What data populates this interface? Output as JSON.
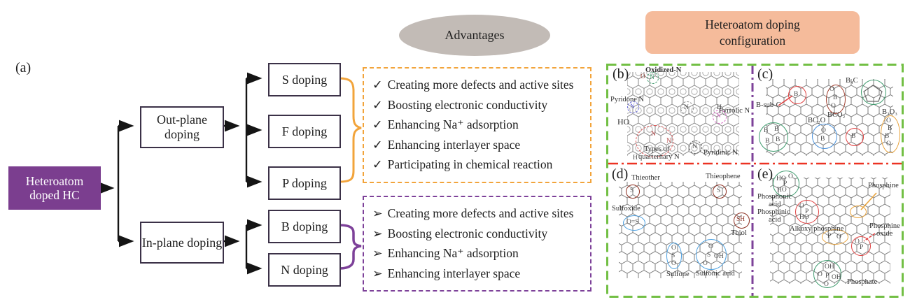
{
  "figure": {
    "panel_a": "(a)",
    "advantages_title": "Advantages",
    "config_line1": "Heteroatom doping",
    "config_line2": "configuration"
  },
  "colors": {
    "accent_orange": "#F2A43B",
    "accent_purple": "#7D4199",
    "panel_green": "#72BF44",
    "divider_red": "#EC3323",
    "header_peach": "#F5BB9B",
    "root_purple": "#7B3E8F",
    "ellipse_gray": "#C2BBB6"
  },
  "flowchart": {
    "root": "Heteroatom doped HC",
    "out_plane": "Out-plane doping",
    "in_plane": "In-plane doping",
    "s": "S doping",
    "f": "F doping",
    "p": "P doping",
    "b": "B doping",
    "n": "N doping"
  },
  "advantages_out": {
    "bullet": "✓",
    "items": [
      "Creating more defects and active sites",
      "Boosting electronic conductivity",
      "Enhancing Na⁺ adsorption",
      "Enhancing interlayer space",
      "Participating in chemical reaction"
    ]
  },
  "advantages_in": {
    "bullet": "➢",
    "items": [
      "Creating more defects and active sites",
      "Boosting electronic conductivity",
      "Enhancing Na⁺ adsorption",
      "Enhancing interlayer space"
    ]
  },
  "panels": {
    "b": {
      "label": "(b)",
      "labels": [
        "Oxidized-N",
        "Pyridone N",
        "HO",
        "Pyrrolic N",
        "Types of",
        "quarternary N",
        "Pyridinic N"
      ],
      "atoms": [
        "O",
        "N",
        "N",
        "N",
        "H",
        "N",
        "N",
        "N",
        "H",
        "N"
      ]
    },
    "c": {
      "label": "(c)",
      "labels": [
        "B-sub-C",
        "B₄C",
        "BCO₂",
        "BC₂O",
        "B₂O₃"
      ],
      "atoms": [
        "B",
        "O",
        "B",
        "O",
        "B",
        "B",
        "B",
        "B",
        "O",
        "B",
        "B",
        "O",
        "B",
        "B",
        "O"
      ]
    },
    "d": {
      "label": "(d)",
      "labels": [
        "Thieother",
        "Thieophene",
        "Sulfoxide",
        "Thiol",
        "Sulfone",
        "Sulfonic acid"
      ],
      "atoms": [
        "S",
        "S",
        "O=S",
        "SH",
        "O",
        "S",
        "O",
        "O",
        "S",
        "OH",
        "O"
      ]
    },
    "e": {
      "label": "(e)",
      "labels": [
        "Phosphonic",
        "acid",
        "Phosphinic",
        "acid",
        "Phosphine",
        "Alkoxy phosphine",
        "Phosphine",
        "oxide",
        "Phosphate"
      ],
      "atoms": [
        "HO",
        "O",
        "P",
        "HO",
        "O",
        "P",
        "HO",
        "P",
        "O",
        "O",
        "P",
        "OH",
        "O",
        "P",
        "OH",
        "O"
      ]
    }
  }
}
